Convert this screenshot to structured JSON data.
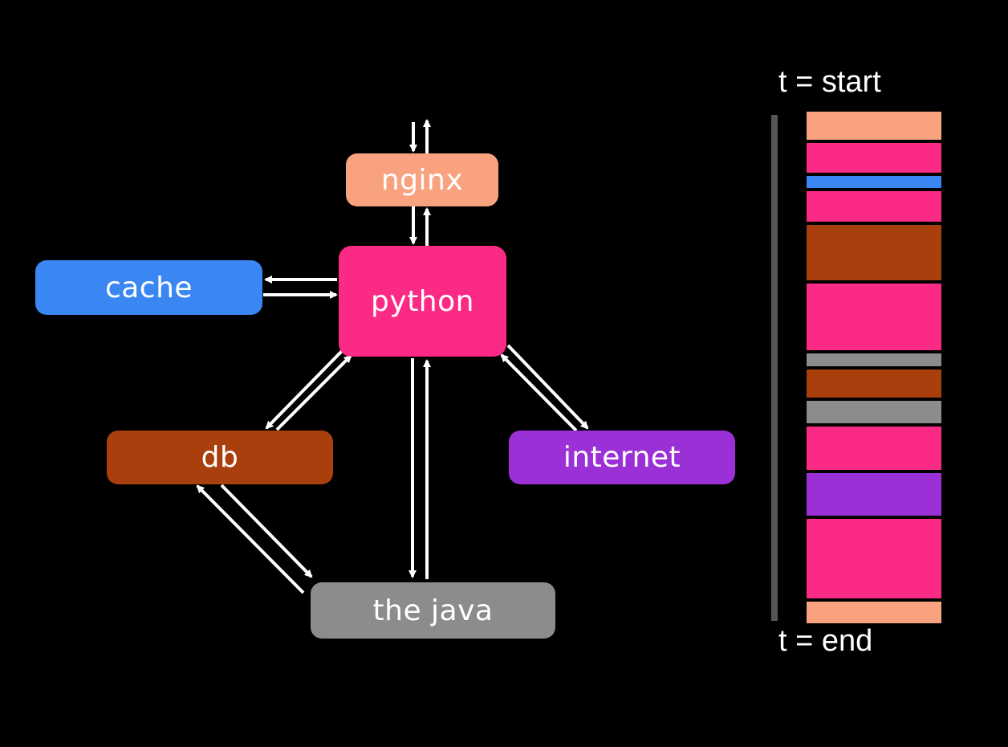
{
  "diagram": {
    "nodes": [
      {
        "id": "nginx",
        "label": "nginx",
        "color": "#f9a27f"
      },
      {
        "id": "python",
        "label": "python",
        "color": "#fb2a84"
      },
      {
        "id": "cache",
        "label": "cache",
        "color": "#3a86f3"
      },
      {
        "id": "db",
        "label": "db",
        "color": "#a93f0c"
      },
      {
        "id": "internet",
        "label": "internet",
        "color": "#9b30d6"
      },
      {
        "id": "java",
        "label": "the java",
        "color": "#8c8c8c"
      }
    ],
    "edges": [
      {
        "from": "client",
        "to": "nginx",
        "bidirectional": true
      },
      {
        "from": "nginx",
        "to": "python",
        "bidirectional": true
      },
      {
        "from": "python",
        "to": "cache",
        "bidirectional": true
      },
      {
        "from": "python",
        "to": "db",
        "bidirectional": true
      },
      {
        "from": "python",
        "to": "java",
        "bidirectional": true
      },
      {
        "from": "python",
        "to": "internet",
        "bidirectional": true
      },
      {
        "from": "db",
        "to": "java",
        "bidirectional": true
      }
    ]
  },
  "timeline": {
    "start_label": "t = start",
    "end_label": "t = end",
    "axis_color": "#555555",
    "segments": [
      {
        "node": "nginx",
        "color": "#f9a27f",
        "duration": 35
      },
      {
        "node": "python",
        "color": "#fb2a84",
        "duration": 36
      },
      {
        "node": "cache",
        "color": "#3a86f3",
        "duration": 15
      },
      {
        "node": "python",
        "color": "#fb2a84",
        "duration": 37
      },
      {
        "node": "db",
        "color": "#a93f0c",
        "duration": 68
      },
      {
        "node": "python",
        "color": "#fb2a84",
        "duration": 82
      },
      {
        "node": "java",
        "color": "#8c8c8c",
        "duration": 16
      },
      {
        "node": "db",
        "color": "#a93f0c",
        "duration": 35
      },
      {
        "node": "java",
        "color": "#8c8c8c",
        "duration": 27
      },
      {
        "node": "python",
        "color": "#fb2a84",
        "duration": 53
      },
      {
        "node": "internet",
        "color": "#9b30d6",
        "duration": 53
      },
      {
        "node": "python",
        "color": "#fb2a84",
        "duration": 97
      },
      {
        "node": "nginx",
        "color": "#f9a27f",
        "duration": 27
      }
    ]
  }
}
